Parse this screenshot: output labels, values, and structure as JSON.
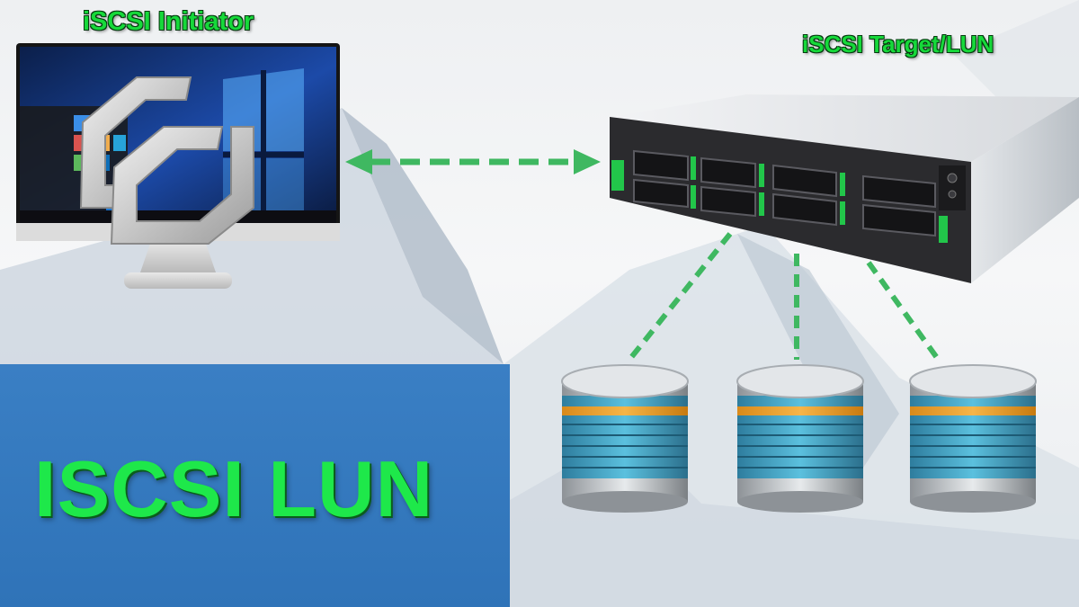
{
  "labels": {
    "initiator": "iSCSI Initiator",
    "target": "iSCSI Target/LUN"
  },
  "banner": {
    "title": "ISCSI LUN"
  },
  "colors": {
    "accent_green": "#16d93a",
    "banner_blue": "#2f73b8",
    "connector_green": "#3fb861"
  },
  "icons": {
    "initiator_logo": "iscsi-initiator-logo-icon",
    "disks": [
      "database-disk-icon",
      "database-disk-icon",
      "database-disk-icon"
    ]
  }
}
